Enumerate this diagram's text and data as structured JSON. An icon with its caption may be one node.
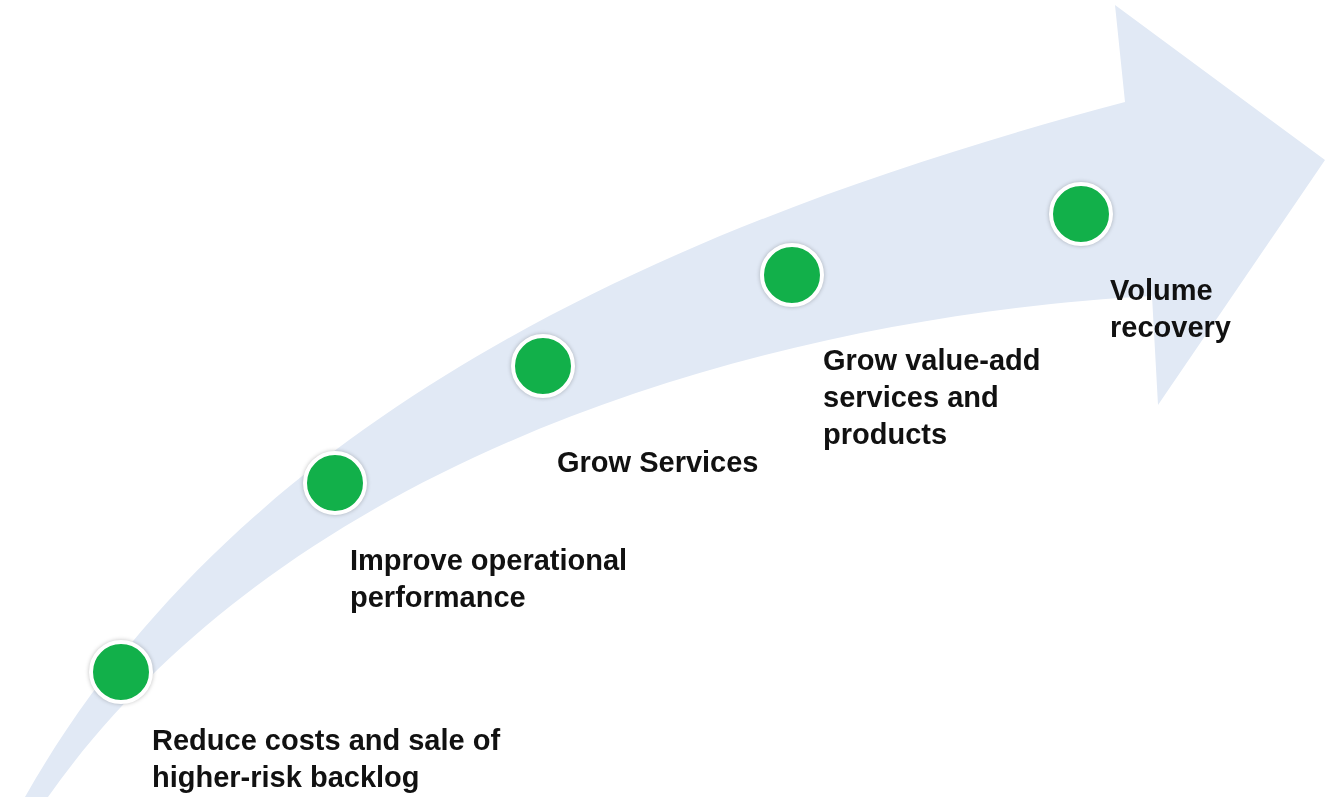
{
  "diagram": {
    "nodes": [
      {
        "text": [],
        "shape": "circle",
        "beside": [
          "Reduce costs and sale of higher-risk backlog"
        ]
      },
      {
        "text": [],
        "shape": "circle",
        "beside": [
          "Improve operational performance"
        ]
      },
      {
        "text": [],
        "shape": "circle",
        "beside": [
          "Grow Services"
        ]
      },
      {
        "text": [],
        "shape": "circle",
        "beside": [
          "Grow value-add services and products"
        ]
      },
      {
        "text": [],
        "shape": "circle",
        "beside": [
          "Volume recovery"
        ]
      }
    ]
  }
}
